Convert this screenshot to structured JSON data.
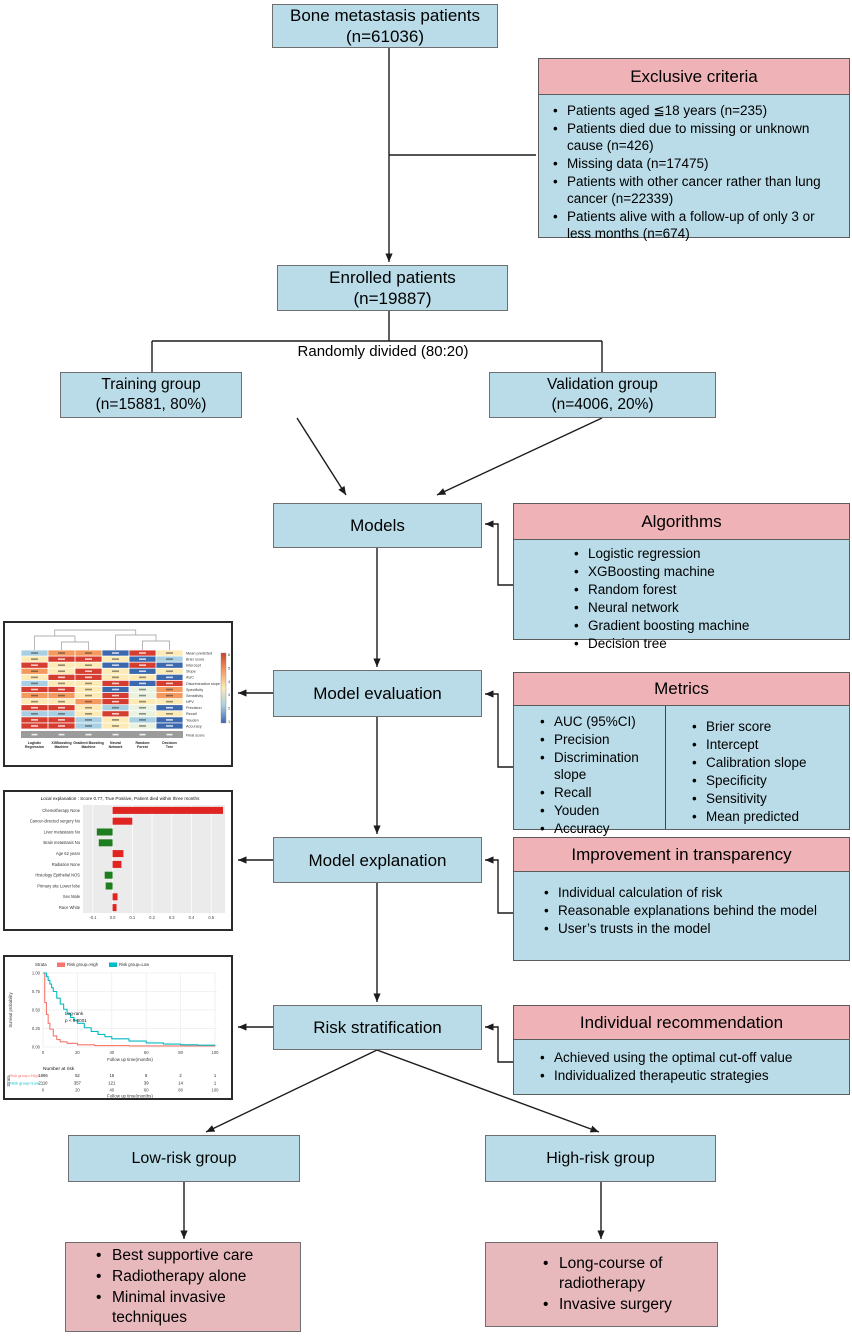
{
  "colors": {
    "box_blue": "#b9dce8",
    "box_pink": "#efb3b7",
    "box_pink2": "#e7b9bc",
    "line": "#1c1c1c"
  },
  "flow": {
    "top": {
      "line1": "Bone metastasis patients",
      "line2": "(n=61036)"
    },
    "exclusive": {
      "title": "Exclusive criteria",
      "items": [
        "Patients aged ≦18 years (n=235)",
        "Patients died due to missing or unknown cause (n=426)",
        "Missing data (n=17475)",
        "Patients with other cancer rather than lung cancer (n=22339)",
        "Patients alive with a follow-up of only 3 or less months (n=674)"
      ]
    },
    "enrolled": {
      "line1": "Enrolled patients",
      "line2": "(n=19887)"
    },
    "split_label": "Randomly divided (80:20)",
    "training": {
      "line1": "Training group",
      "line2": "(n=15881, 80%)"
    },
    "validation": {
      "line1": "Validation group",
      "line2": "(n=4006, 20%)"
    },
    "models": {
      "title": "Models"
    },
    "algorithms": {
      "title": "Algorithms",
      "items": [
        "Logistic regression",
        "XGBoosting machine",
        "Random forest",
        "Neural network",
        "Gradient boosting machine",
        "Decision tree"
      ]
    },
    "model_evaluation": {
      "title": "Model evaluation"
    },
    "metrics": {
      "title": "Metrics",
      "left": [
        "AUC (95%CI)",
        "Precision",
        "Discrimination slope",
        "Recall",
        "Youden",
        "Accuracy"
      ],
      "right": [
        "Brier score",
        "Intercept",
        "Calibration slope",
        "Specificity",
        "Sensitivity",
        "Mean predicted"
      ]
    },
    "model_explanation": {
      "title": "Model explanation"
    },
    "transparency": {
      "title": "Improvement in transparency",
      "items": [
        "Individual calculation of risk",
        "Reasonable explanations behind the model",
        "User’s trusts in the model"
      ]
    },
    "risk_stratification": {
      "title": "Risk stratification"
    },
    "recommendation": {
      "title": "Individual recommendation",
      "items": [
        "Achieved using the optimal cut-off value",
        "Individualized therapeutic strategies"
      ]
    },
    "low_risk": {
      "title": "Low-risk group"
    },
    "high_risk": {
      "title": "High-risk group"
    },
    "low_treatment": {
      "items": [
        "Best supportive care",
        "Radiotherapy alone",
        "Minimal invasive techniques"
      ]
    },
    "high_treatment": {
      "items": [
        "Long-course of radiotherapy",
        "Invasive surgery"
      ]
    }
  },
  "chart_data": [
    {
      "type": "heatmap",
      "description": "Model-metric rank heatmap with dendrogram",
      "columns": [
        "Logistic Regression",
        "XGBoosting Machine",
        "Gradient Boosting Machine",
        "Neural Network",
        "Random Forest",
        "Decision Tree"
      ],
      "rows": [
        "Mean predicted",
        "Brier score",
        "Intercept",
        "Slope",
        "AUC",
        "Discrimination slope",
        "Specificity",
        "Sensitivity",
        "NPV",
        "Precision",
        "Recall",
        "Youden",
        "Accuracy"
      ],
      "bottom_label": "Final score",
      "colorbar_ticks": [
        "6",
        "5",
        "4",
        "3",
        "2",
        "1"
      ],
      "palette": {
        "R": "#d43d2f",
        "O": "#f59a5e",
        "Y": "#fdeab5",
        "C": "#e9f3e0",
        "L": "#a8cfe2",
        "B": "#3c68ae"
      },
      "cells": [
        [
          "L",
          "O",
          "O",
          "B",
          "R",
          "Y"
        ],
        [
          "Y",
          "R",
          "R",
          "Y",
          "B",
          "L"
        ],
        [
          "R",
          "Y",
          "Y",
          "B",
          "R",
          "B"
        ],
        [
          "O",
          "Y",
          "R",
          "Y",
          "B",
          "Y"
        ],
        [
          "Y",
          "R",
          "R",
          "Y",
          "Y",
          "B"
        ],
        [
          "L",
          "Y",
          "Y",
          "R",
          "B",
          "R"
        ],
        [
          "R",
          "R",
          "Y",
          "B",
          "C",
          "O"
        ],
        [
          "O",
          "O",
          "Y",
          "R",
          "C",
          "O"
        ],
        [
          "Y",
          "Y",
          "O",
          "R",
          "Y",
          "Y"
        ],
        [
          "R",
          "R",
          "Y",
          "L",
          "C",
          "B"
        ],
        [
          "L",
          "L",
          "Y",
          "R",
          "C",
          "Y"
        ],
        [
          "R",
          "R",
          "L",
          "Y",
          "L",
          "B"
        ],
        [
          "R",
          "R",
          "L",
          "Y",
          "C",
          "B"
        ]
      ]
    },
    {
      "type": "bar",
      "orientation": "horizontal",
      "title": "Local explanation : Score 0.77, True Positive, Patient died within three months",
      "categories": [
        "Chemotherapy None",
        "Cancer-directed surgery No",
        "Liver metastasis No",
        "Brain metastasis No",
        "Age 62 years",
        "Radiation None",
        "Histology Epithelial NOS",
        "Primary site Lower lobe",
        "Sex Male",
        "Race White"
      ],
      "values": [
        0.56,
        0.1,
        -0.08,
        -0.07,
        0.055,
        0.045,
        -0.04,
        -0.035,
        0.025,
        0.02
      ],
      "positive_color": "#e02421",
      "negative_color": "#1e7d1e",
      "xticks": [
        -0.1,
        0.0,
        0.1,
        0.2,
        0.3,
        0.4,
        0.5
      ]
    },
    {
      "type": "line",
      "subtype": "kaplan-meier",
      "legend_title": "Strata",
      "series": [
        {
          "name": "Risk group=High",
          "color": "#f8766d",
          "points": [
            [
              0,
              1
            ],
            [
              1,
              0.6
            ],
            [
              2,
              0.44
            ],
            [
              3,
              0.32
            ],
            [
              4,
              0.24
            ],
            [
              6,
              0.15
            ],
            [
              8,
              0.1
            ],
            [
              10,
              0.07
            ],
            [
              14,
              0.05
            ],
            [
              20,
              0.03
            ],
            [
              30,
              0.02
            ],
            [
              50,
              0.015
            ],
            [
              100,
              0.012
            ]
          ]
        },
        {
          "name": "Risk group=Low",
          "color": "#00bcc4",
          "points": [
            [
              0,
              1
            ],
            [
              2,
              0.95
            ],
            [
              3,
              0.9
            ],
            [
              4,
              0.85
            ],
            [
              5,
              0.8
            ],
            [
              6,
              0.75
            ],
            [
              8,
              0.66
            ],
            [
              10,
              0.58
            ],
            [
              12,
              0.51
            ],
            [
              14,
              0.45
            ],
            [
              16,
              0.4
            ],
            [
              18,
              0.36
            ],
            [
              20,
              0.32
            ],
            [
              24,
              0.26
            ],
            [
              28,
              0.21
            ],
            [
              32,
              0.17
            ],
            [
              36,
              0.14
            ],
            [
              40,
              0.11
            ],
            [
              50,
              0.08
            ],
            [
              60,
              0.055
            ],
            [
              70,
              0.04
            ],
            [
              80,
              0.03
            ],
            [
              90,
              0.025
            ],
            [
              100,
              0.02
            ]
          ]
        }
      ],
      "annotation": [
        "Log-rank",
        "p < 0.0001"
      ],
      "ylabel": "Survival probability",
      "xlabel": "Follow up time(months)",
      "yticks": [
        "1.00",
        "0.75",
        "0.50",
        "0.25",
        "0.00"
      ],
      "xticks": [
        0,
        20,
        40,
        60,
        80,
        100
      ],
      "risk_table": {
        "title": "Number at risk",
        "axis_label": "Strata",
        "rows": [
          {
            "name": "Risk group=High",
            "color": "#f8766d",
            "values": [
              1896,
              52,
              16,
              6,
              2,
              1
            ]
          },
          {
            "name": "Risk group=Low",
            "color": "#00bcc4",
            "values": [
              2110,
              357,
              121,
              39,
              14,
              1
            ]
          }
        ]
      }
    }
  ]
}
